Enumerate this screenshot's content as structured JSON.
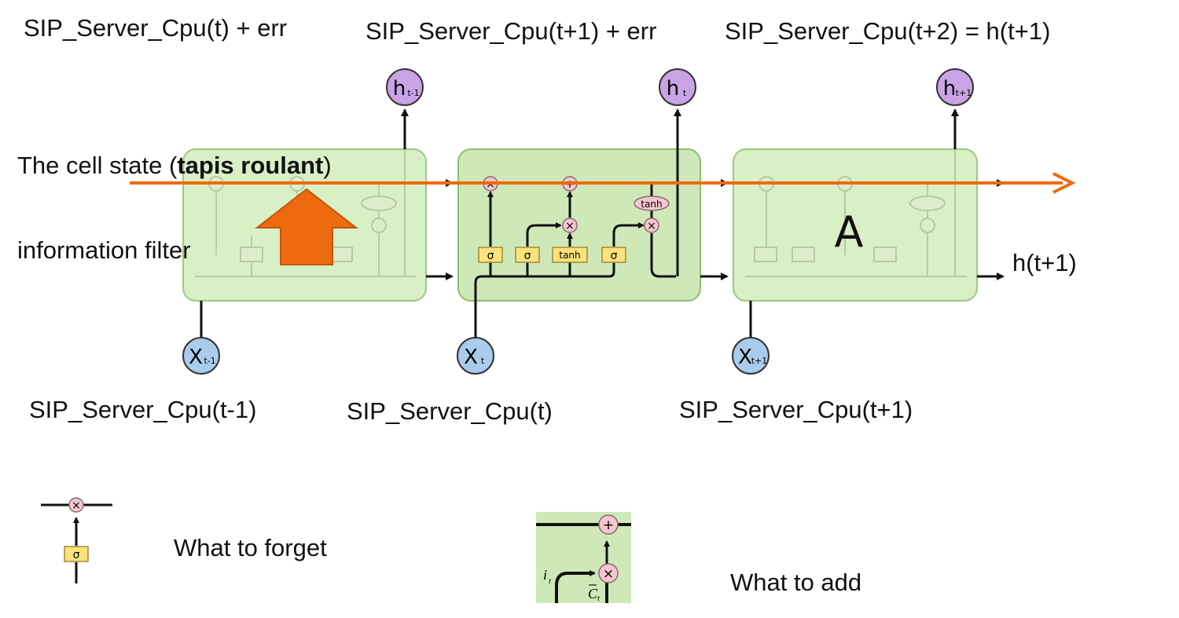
{
  "top_labels": {
    "h_prev": "SIP_Server_Cpu(t) + err",
    "h_curr": "SIP_Server_Cpu(t+1) + err",
    "h_next": "SIP_Server_Cpu(t+2) = h(t+1)"
  },
  "bottom_labels": {
    "x_prev": "SIP_Server_Cpu(t-1)",
    "x_curr": "SIP_Server_Cpu(t)",
    "x_next": "SIP_Server_Cpu(t+1)"
  },
  "annotations": {
    "cell_state_prefix": "The cell state (",
    "cell_state_bold": "tapis roulant",
    "cell_state_suffix": ")",
    "info_filter": "information filter",
    "output_label": "h(t+1)",
    "forget_caption": "What to forget",
    "add_caption": "What to add"
  },
  "nodes": {
    "h_prev": {
      "main": "h",
      "sub": "t-1"
    },
    "h_curr": {
      "main": "h",
      "sub": "t"
    },
    "h_next": {
      "main": "h",
      "sub": "t+1"
    },
    "x_prev": {
      "main": "X",
      "sub": "t-1"
    },
    "x_curr": {
      "main": "X",
      "sub": "t"
    },
    "x_next": {
      "main": "X",
      "sub": "t+1"
    }
  },
  "cell": {
    "block_label": "A",
    "gates": [
      "σ",
      "σ",
      "tanh",
      "σ"
    ],
    "tanh_op": "tanh",
    "mul_op": "×",
    "add_op": "+"
  },
  "legend_add": {
    "i": "i",
    "i_sub": "t",
    "c": "C",
    "c_sub": "t"
  },
  "colors": {
    "cell_fill": "#cfe8b7",
    "cell_stroke": "#8fbd70",
    "node_fill": "#c9a3e6",
    "x_node_fill": "#a9cbec",
    "gate_fill": "#fbe27a",
    "op_fill": "#f4c6cf",
    "arrow_color": "#ee6a0e"
  }
}
